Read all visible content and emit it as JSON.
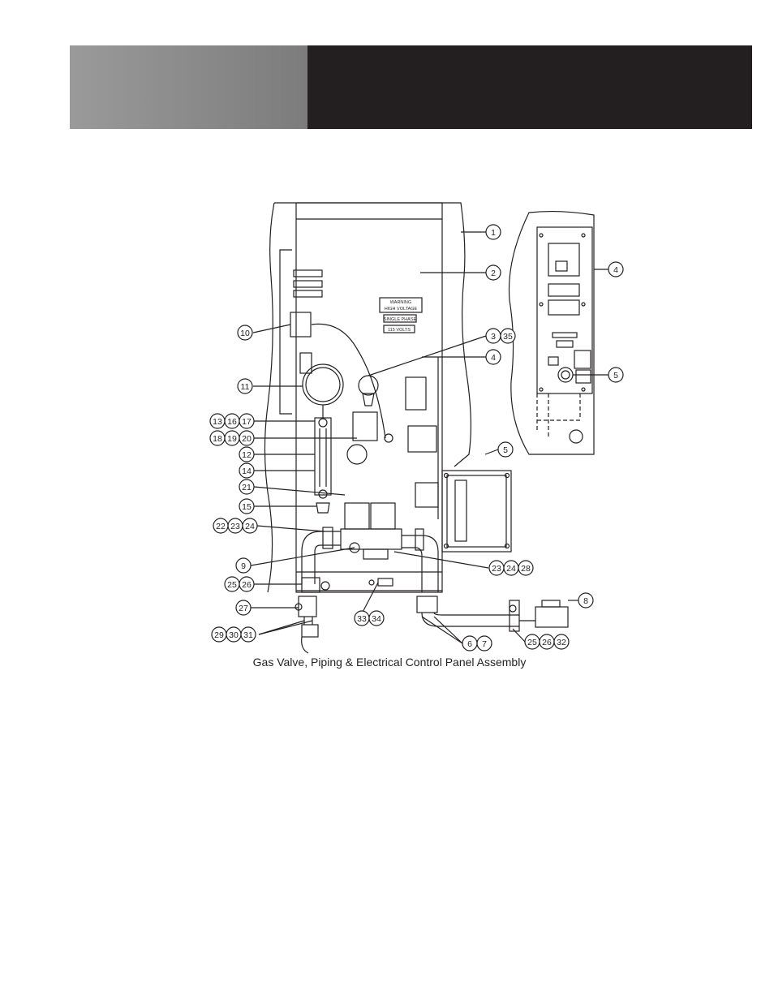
{
  "header": {
    "gradient_from": "#9a9a9a",
    "gradient_to": "#7c7c7c",
    "bar_color": "#231f20"
  },
  "panel_labels": {
    "warning_line1": "WARNING",
    "warning_line2": "HIGH VOLTAGE",
    "single_phase": "SINGLE PHASE",
    "volts": "115 VOLTS"
  },
  "callouts": {
    "c1": "1",
    "c2": "2",
    "c3": "3",
    "c35": "35",
    "c4": "4",
    "c4b": "4",
    "c5": "5",
    "c5b": "5",
    "c6": "6",
    "c7": "7",
    "c8": "8",
    "c9": "9",
    "c10": "10",
    "c11": "11",
    "c12": "12",
    "c13": "13",
    "c14": "14",
    "c15": "15",
    "c16": "16",
    "c17": "17",
    "c18": "18",
    "c19": "19",
    "c20": "20",
    "c21": "21",
    "c22": "22",
    "c23": "23",
    "c24": "24",
    "c23b": "23",
    "c24b": "24",
    "c28": "28",
    "c25": "25",
    "c26": "26",
    "c25b": "25",
    "c26b": "26",
    "c32": "32",
    "c27": "27",
    "c29": "29",
    "c30": "30",
    "c31": "31",
    "c33": "33",
    "c34": "34"
  },
  "caption": "Gas Valve, Piping & Electrical Control Panel Assembly"
}
